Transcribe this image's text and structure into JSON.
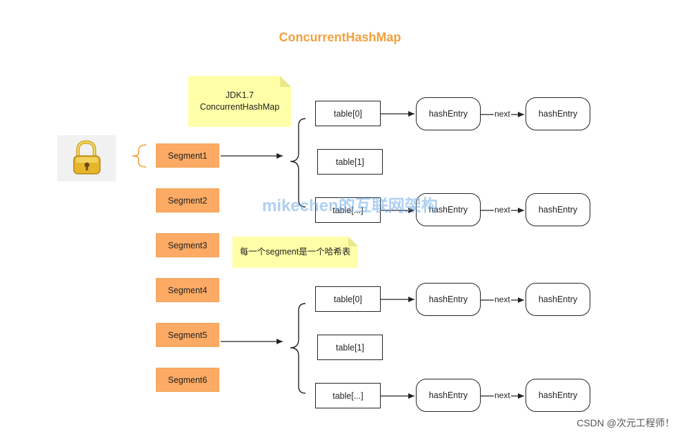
{
  "title": "ConcurrentHashMap",
  "note_version": {
    "line1": "JDK1.7",
    "line2": "ConcurrentHashMap"
  },
  "note_segment": "每一个segment是一个哈希表",
  "segments": [
    "Segment1",
    "Segment2",
    "Segment3",
    "Segment4",
    "Segment5",
    "Segment6"
  ],
  "groups": [
    {
      "tables": [
        "table[0]",
        "table[1]",
        "table[...]"
      ],
      "chains": [
        {
          "table_index": 0,
          "first": "hashEntry",
          "link": "next",
          "second": "hashEntry"
        },
        {
          "table_index": 2,
          "first": "hashEntry",
          "link": "next",
          "second": "hashEntry"
        }
      ]
    },
    {
      "tables": [
        "table[0]",
        "table[1]",
        "table[...]"
      ],
      "chains": [
        {
          "table_index": 0,
          "first": "hashEntry",
          "link": "next",
          "second": "hashEntry"
        },
        {
          "table_index": 2,
          "first": "hashEntry",
          "link": "next",
          "second": "hashEntry"
        }
      ]
    }
  ],
  "watermark": "mikechen的互联网架构",
  "footer": "CSDN @次元工程师！",
  "icons": {
    "lock": "lock-icon"
  },
  "colors": {
    "title": "#f2a03d",
    "segment": "#fdab64",
    "note": "#ffffa8",
    "brace_left": "#f2a03d"
  }
}
